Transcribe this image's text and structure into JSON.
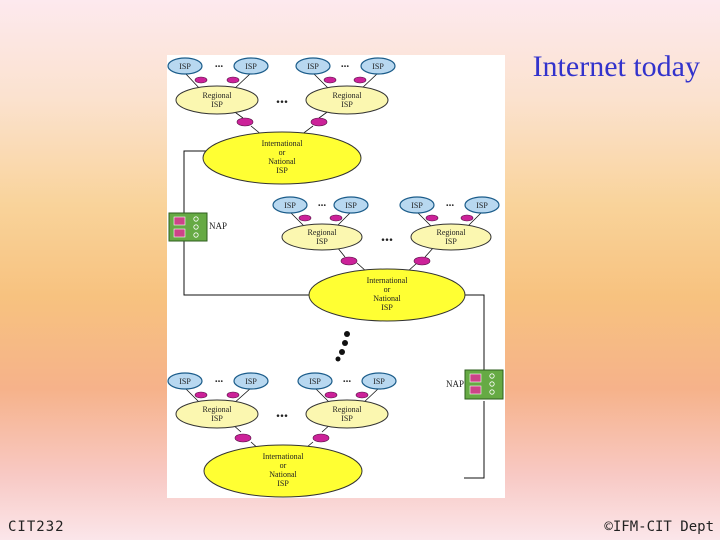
{
  "slide": {
    "title": "Internet today",
    "footer_left": "CIT232",
    "footer_right": "©IFM-CIT Dept"
  },
  "diagram": {
    "isp_label": "ISP",
    "ellipsis": "...",
    "regional_isp": [
      "Regional",
      "ISP"
    ],
    "intl_isp": [
      "International",
      "or",
      "National",
      "ISP"
    ],
    "nap_label": "NAP"
  },
  "colors": {
    "title": "#3333cc",
    "isp_fill": "#b8d8f0",
    "regional_fill": "#fbf7b0",
    "intl_fill": "#ffff33",
    "router_fill": "#cc2299",
    "nap_fill": "#66aa44"
  }
}
